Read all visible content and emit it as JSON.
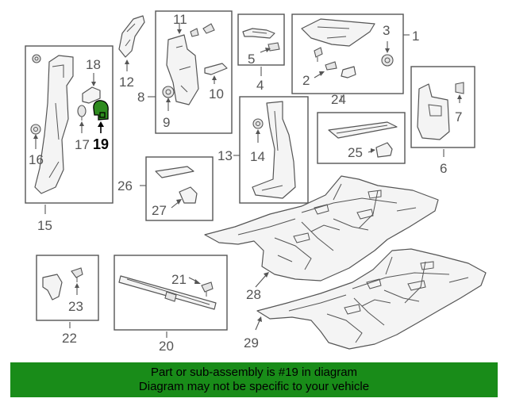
{
  "callouts": {
    "c1": "1",
    "c2": "2",
    "c3": "3",
    "c4": "4",
    "c5": "5",
    "c6": "6",
    "c7": "7",
    "c8": "8",
    "c9": "9",
    "c10": "10",
    "c11": "11",
    "c12": "12",
    "c13": "13",
    "c14": "14",
    "c15": "15",
    "c16": "16",
    "c17": "17",
    "c18": "18",
    "c19": "19",
    "c20": "20",
    "c21": "21",
    "c22": "22",
    "c23": "23",
    "c24": "24",
    "c25": "25",
    "c26": "26",
    "c27": "27",
    "c28": "28",
    "c29": "29"
  },
  "highlighted_part": "19",
  "colors": {
    "banner": "#198c19",
    "highlight": "#2e8b1f",
    "line": "#555555"
  },
  "banner": {
    "line1": "Part or sub-assembly is #19 in diagram",
    "line2": "Diagram may not be specific to your vehicle"
  }
}
